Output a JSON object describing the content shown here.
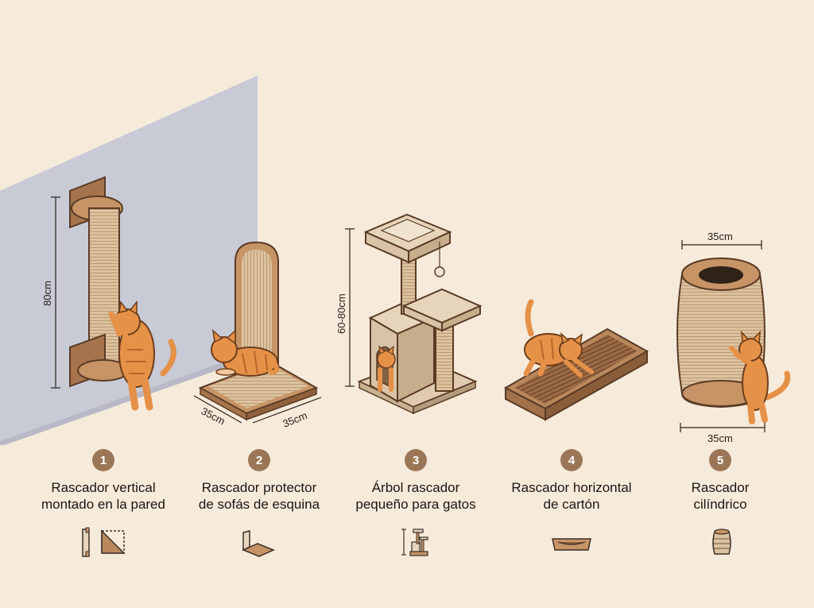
{
  "colors": {
    "background": "#f6eadb",
    "wall": "#c8cad6",
    "wood": "#c79466",
    "sisal": "#dcc29e",
    "cat": "#e69148",
    "badge": "#9b7656"
  },
  "dimensions": {
    "wall_height": "80cm",
    "corner_width": "35cm",
    "corner_depth": "35cm",
    "tree_height": "60-80cm",
    "cylinder_top": "35cm",
    "cylinder_bottom": "35cm"
  },
  "items": [
    {
      "number": "1",
      "line1": "Rascador vertical",
      "line2": "montado en la pared",
      "icon": "wall-mount-icon"
    },
    {
      "number": "2",
      "line1": "Rascador protector",
      "line2": "de sofás de esquina",
      "icon": "corner-protector-icon"
    },
    {
      "number": "3",
      "line1": "Árbol rascador",
      "line2": "pequeño para gatos",
      "icon": "cat-tree-icon"
    },
    {
      "number": "4",
      "line1": "Rascador horizontal",
      "line2": "de cartón",
      "icon": "cardboard-tray-icon"
    },
    {
      "number": "5",
      "line1": "Rascador",
      "line2": "cilíndrico",
      "icon": "barrel-icon"
    }
  ]
}
